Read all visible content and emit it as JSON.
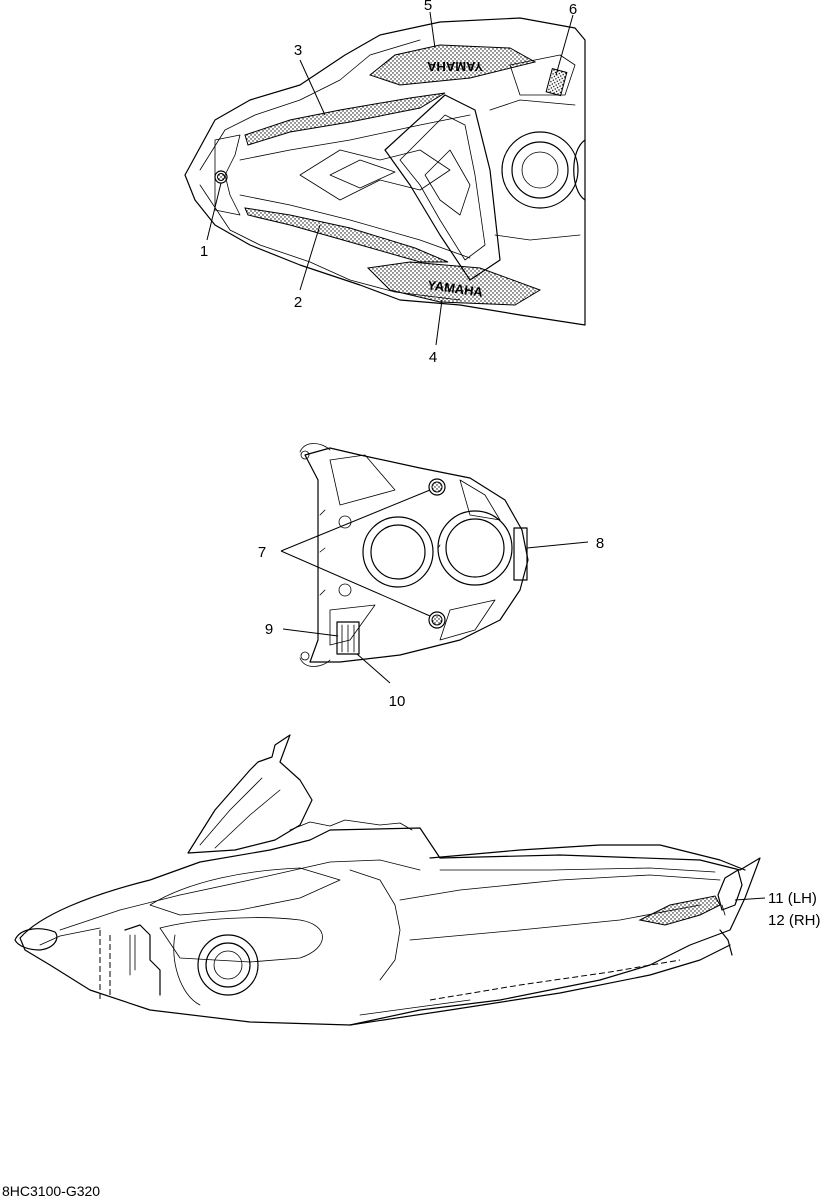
{
  "brand_text": "YAMAHA",
  "callouts": {
    "c1": "1",
    "c2": "2",
    "c3": "3",
    "c4": "4",
    "c5": "5",
    "c6": "6",
    "c7": "7",
    "c8": "8",
    "c9": "9",
    "c10": "10",
    "c11": "11 (LH)",
    "c12": "12 (RH)"
  },
  "drawing_code": "8HC3100-G320"
}
